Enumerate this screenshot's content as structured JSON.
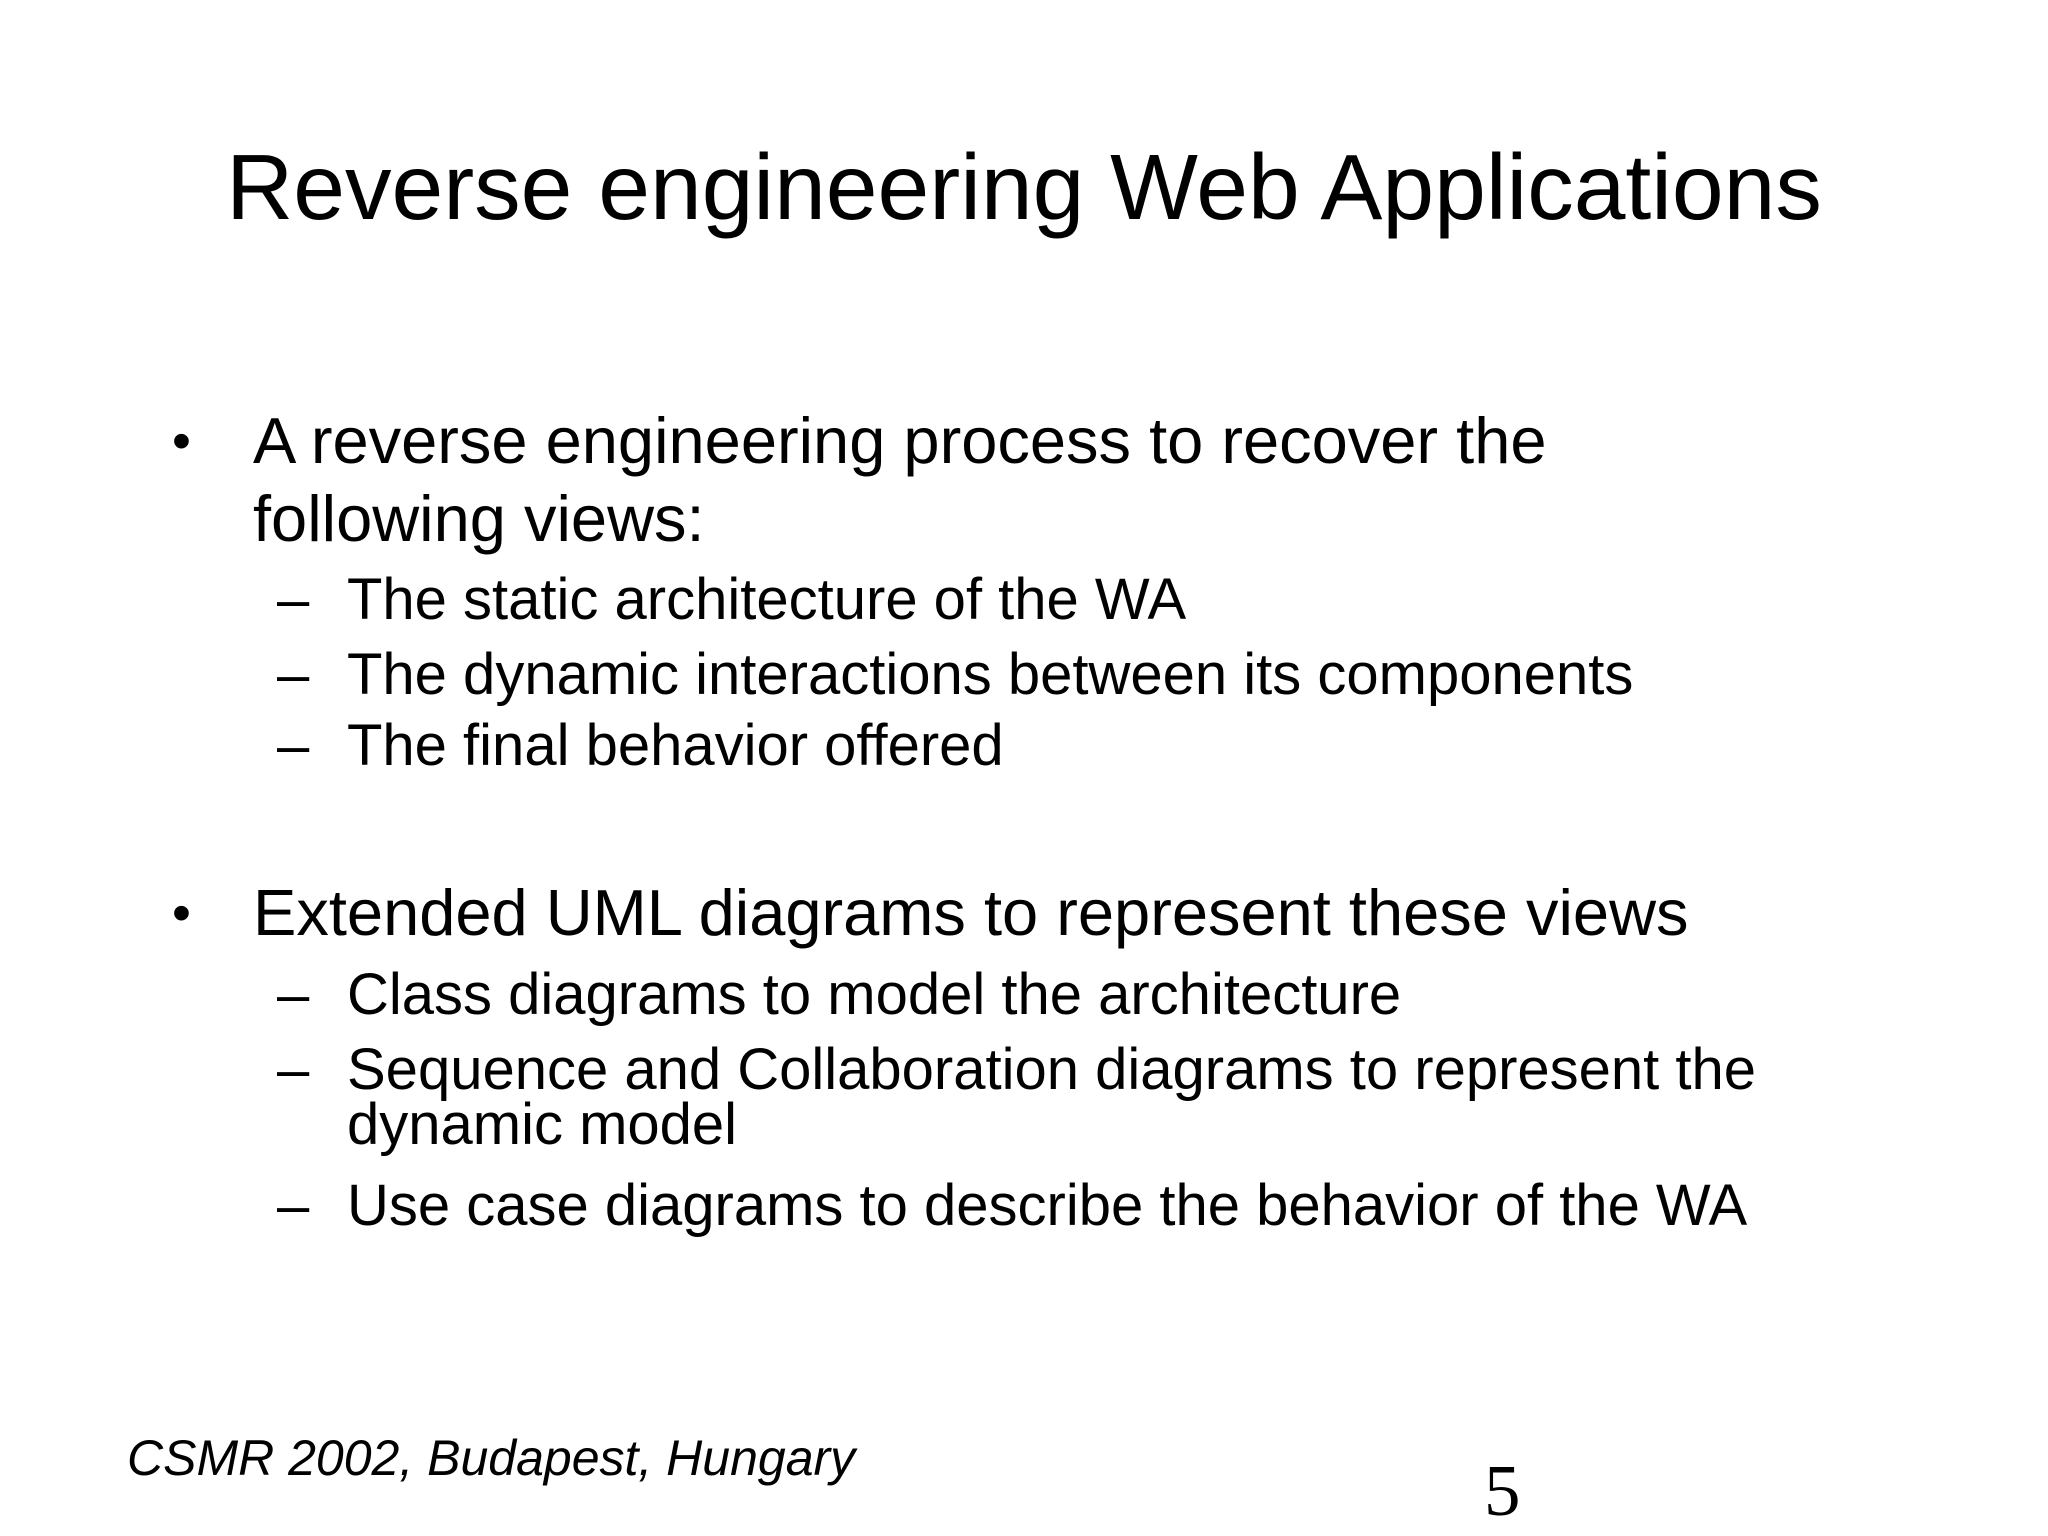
{
  "slide": {
    "title": "Reverse engineering Web Applications",
    "markers": {
      "level1": "•",
      "level2": "–"
    },
    "bullets": [
      {
        "text": "A reverse engineering process to recover the following views:",
        "children": [
          "The static architecture of the WA",
          "The dynamic interactions between its components",
          "The final behavior offered"
        ]
      },
      {
        "text": "Extended UML diagrams to represent these views",
        "children": [
          "Class diagrams to model the architecture",
          "Sequence and Collaboration diagrams to represent the dynamic model",
          "Use case diagrams to describe the behavior of the WA"
        ]
      }
    ],
    "footer": "CSMR 2002, Budapest, Hungary",
    "page_number": "5",
    "colors": {
      "background": "#ffffff",
      "text": "#000000"
    }
  }
}
